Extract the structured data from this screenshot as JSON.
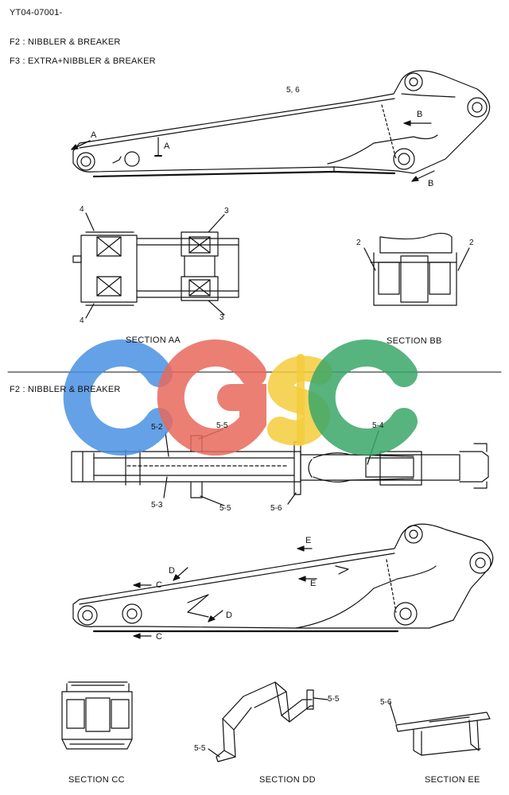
{
  "doc_code": "YT04-07001-",
  "legend": {
    "f2": "F2 : NIBBLER & BREAKER",
    "f3": "F3 : EXTRA+NIBBLER & BREAKER"
  },
  "top_view": {
    "part_56": "5, 6",
    "A_upper": "A",
    "A_lower": "A",
    "B_upper": "B",
    "B_lower": "B"
  },
  "section_aa": {
    "title": "SECTION AA",
    "l4_top": "4",
    "l3_top": "3",
    "l4_bot": "4",
    "l3_bot": "3"
  },
  "section_bb": {
    "title": "SECTION BB",
    "l2_left": "2",
    "l2_right": "2"
  },
  "lower": {
    "heading": "F2 : NIBBLER & BREAKER",
    "p52": "5-2",
    "p55_top": "5-5",
    "p54": "5-4",
    "p53": "5-3",
    "p55_bot": "5-5",
    "p56": "5-6",
    "E_upper": "E",
    "E_lower": "E",
    "D_upper": "D",
    "D_lower": "D",
    "C_upper": "C",
    "C_lower": "C"
  },
  "section_cc": {
    "title": "SECTION CC"
  },
  "section_dd": {
    "title": "SECTION DD",
    "p55_a": "5-5",
    "p55_b": "5-5"
  },
  "section_ee": {
    "title": "SECTION EE",
    "p56": "5-6"
  },
  "watermark": {
    "letters": "CGSC",
    "colors": [
      "#4a90e2",
      "#e8685c",
      "#f3cc3c",
      "#3aa768"
    ]
  }
}
